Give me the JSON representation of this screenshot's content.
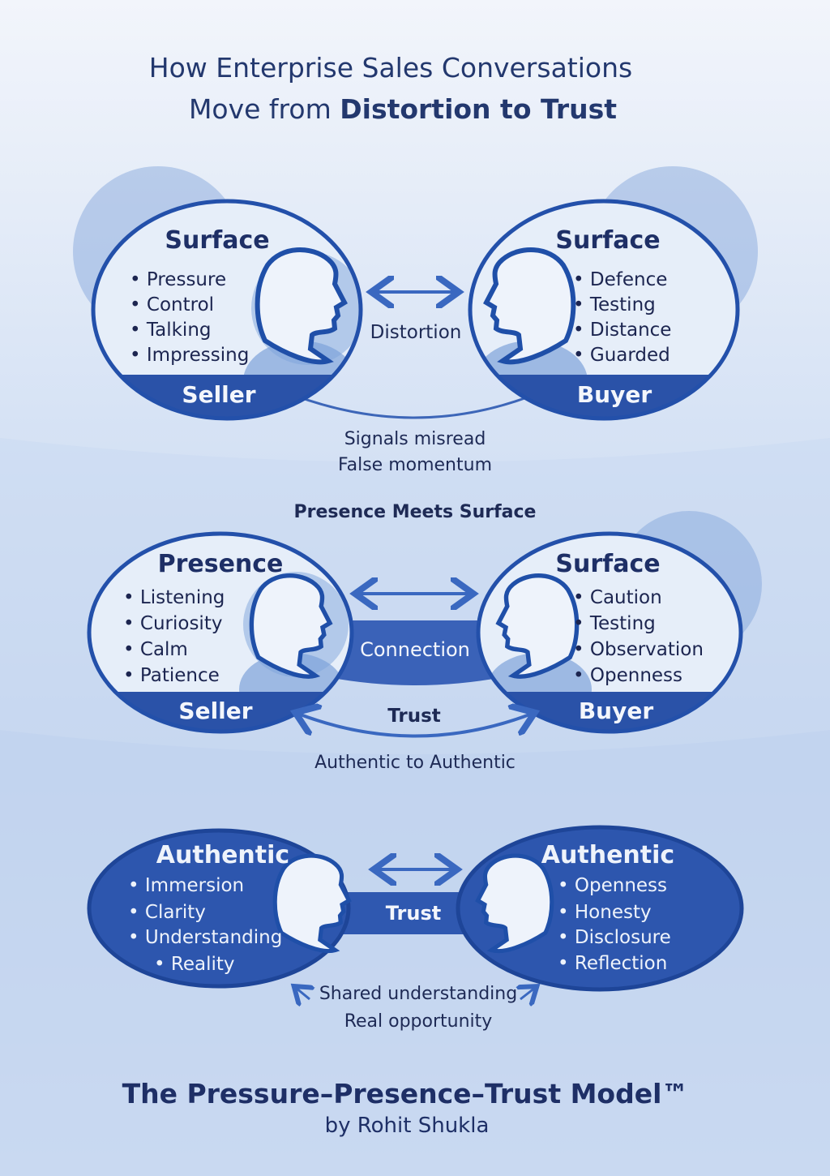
{
  "title": {
    "line1": "How Enterprise Sales Conversations",
    "line2_prefix": "Move from ",
    "line2_bold": "Distortion to Trust"
  },
  "stage1": {
    "seller": {
      "heading": "Surface",
      "items": [
        "Pressure",
        "Control",
        "Talking",
        "Impressing"
      ],
      "label": "Seller"
    },
    "buyer": {
      "heading": "Surface",
      "items": [
        "Defence",
        "Testing",
        "Distance",
        "Guarded"
      ],
      "label": "Buyer"
    },
    "link": "Distortion",
    "notes": [
      "Signals misread",
      "False momentum"
    ]
  },
  "stage2": {
    "caption": "Presence Meets Surface",
    "seller": {
      "heading": "Presence",
      "items": [
        "Listening",
        "Curiosity",
        "Calm",
        "Patience"
      ],
      "label": "Seller"
    },
    "buyer": {
      "heading": "Surface",
      "items": [
        "Caution",
        "Testing",
        "Observation",
        "Openness"
      ],
      "label": "Buyer"
    },
    "link": "Connection",
    "trust": "Trust",
    "note": "Authentic to Authentic"
  },
  "stage3": {
    "seller": {
      "heading": "Authentic",
      "items": [
        "Immersion",
        "Clarity",
        "Understanding",
        "Reality"
      ]
    },
    "buyer": {
      "heading": "Authentic",
      "items": [
        "Openness",
        "Honesty",
        "Disclosure",
        "Reflection"
      ]
    },
    "link": "Trust",
    "notes": [
      "Shared understanding",
      "Real opportunity"
    ]
  },
  "footer": {
    "model": "The Pressure–Presence–Trust Model™",
    "author": "by Rohit Shukla"
  },
  "colors": {
    "dark": "#2a52a8",
    "line": "#2f5bb5",
    "text": "#1e2f66"
  }
}
